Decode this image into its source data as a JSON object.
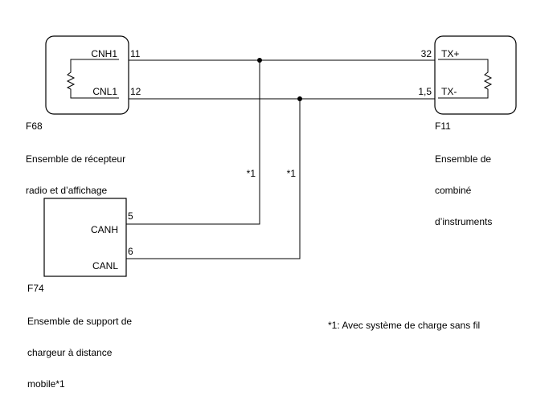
{
  "components": {
    "f68": {
      "code": "F68",
      "description": [
        "Ensemble de récepteur",
        "radio et d’affichage"
      ],
      "pins": [
        {
          "signal": "CNH1",
          "number": "11"
        },
        {
          "signal": "CNL1",
          "number": "12"
        }
      ]
    },
    "f11": {
      "code": "F11",
      "description": [
        "Ensemble de",
        "combiné",
        "d’instruments"
      ],
      "pins": [
        {
          "signal": "TX+",
          "number": "32"
        },
        {
          "signal": "TX-",
          "number": "1,5"
        }
      ]
    },
    "f74": {
      "code": "F74",
      "description": [
        "Ensemble de support de",
        "chargeur à distance",
        "mobile*1"
      ],
      "pins": [
        {
          "signal": "CANH",
          "number": "5"
        },
        {
          "signal": "CANL",
          "number": "6"
        }
      ]
    }
  },
  "branch_markers": [
    "*1",
    "*1"
  ],
  "footnote": "*1: Avec système de charge sans fil"
}
